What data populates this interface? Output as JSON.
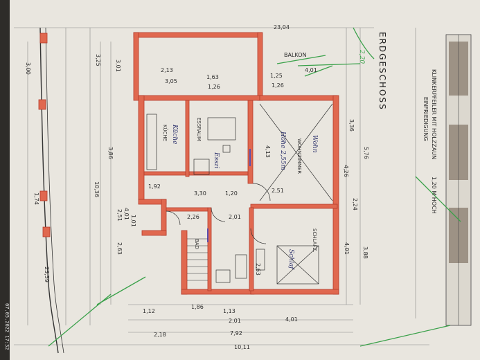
{
  "plan": {
    "title": "ERDGESCHOSS",
    "balcony_label": "BALKON",
    "fence_note_line1": "EINFRIEDIGUNG",
    "fence_note_line2": "KLINKERPFEILER MIT HOLZZAUN",
    "fence_height": "1,20 M HOCH",
    "timestamp": "07.05.2022 17:32",
    "rooms": {
      "wohnzimmer": "WOHNZIMMER",
      "kueche": "KÜCHE",
      "essraum": "ESSRAUM",
      "schlafzimmer": "SCHLAFZ.",
      "bad": "BAD"
    },
    "handwritten": {
      "wohnzimmer": "Wohn",
      "wohnzimmer_height": "Höhe 2,55m",
      "kueche": "Küche",
      "essraum": "Esszi",
      "schlaf": "Schlaf"
    },
    "dimensions": {
      "top_total": "23,04",
      "top_a": "2,13",
      "top_b": "1,63",
      "top_c": "3,05",
      "top_d": "1,26",
      "top_e": "1,25",
      "top_f": "4,01",
      "top_g": "1,26",
      "left_a": "3,25",
      "left_b": "3,01",
      "left_c": "3,86",
      "left_d": "10,36",
      "left_e": "2,51",
      "left_f": "2,63",
      "left_g": "4,01",
      "left_h": "1,01",
      "right_a": "3,36",
      "right_b": "5,76",
      "right_c": "4,26",
      "right_d": "2,24",
      "right_e": "3,88",
      "right_f": "4,01",
      "far_left_a": "3,00",
      "far_left_b": "23,59",
      "far_left_c": "1,74",
      "bottom_a": "1,12",
      "bottom_b": "1,86",
      "bottom_c": "1,13",
      "bottom_d": "2,01",
      "bottom_e": "4,01",
      "bottom_f": "7,92",
      "bottom_g": "2,18",
      "bottom_h": "10,11",
      "room_a": "4,13",
      "room_b": "2,51",
      "room_c": "2,26",
      "room_d": "2,63",
      "room_e": "1,92",
      "room_f": "2,01",
      "room_g": "3,30",
      "room_h": "1,20"
    },
    "colors": {
      "wall": "#e0684f",
      "wall_stroke": "#b33a2a",
      "paper": "#e9e6df",
      "ink": "#2b2b2b",
      "green_pen": "#3aa14a",
      "blue_pen": "#2a2f6a",
      "door": "#5a4fb0"
    }
  }
}
